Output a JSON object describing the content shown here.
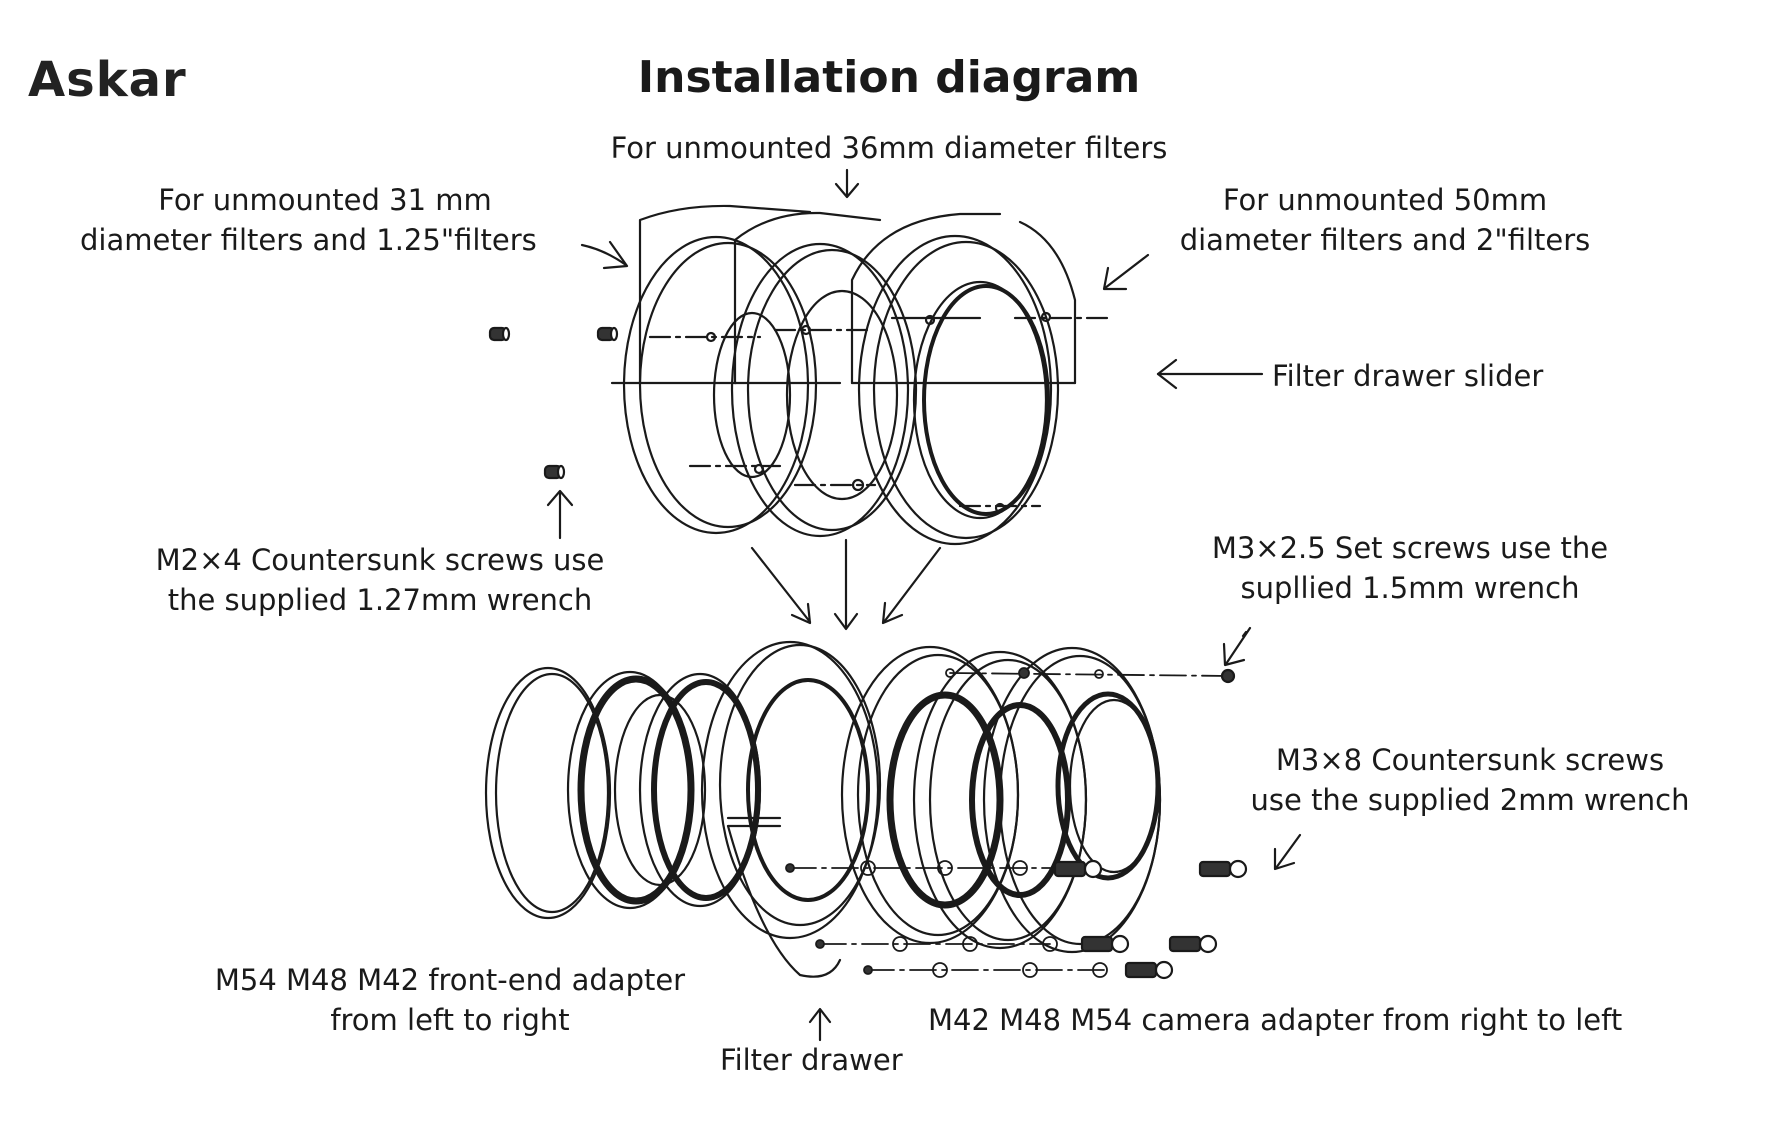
{
  "brand": {
    "logo_text": "Askar"
  },
  "header": {
    "title": "Installation diagram"
  },
  "labels": {
    "filter_36mm": "For unmounted 36mm diameter filters",
    "filter_31mm_line1": "For unmounted 31 mm",
    "filter_31mm_line2": "diameter filters and 1.25\"filters",
    "filter_50mm_line1": "For unmounted 50mm",
    "filter_50mm_line2": "diameter filters and 2\"filters",
    "drawer_slider": "Filter drawer slider",
    "m2x4_line1": "M2×4 Countersunk screws use",
    "m2x4_line2": "the supplied 1.27mm wrench",
    "m3x25_line1": "M3×2.5 Set screws use the",
    "m3x25_line2": "supllied 1.5mm wrench",
    "m3x8_line1": "M3×8 Countersunk screws",
    "m3x8_line2": "use the supplied 2mm wrench",
    "front_adapter_line1": "M54 M48 M42 front-end adapter",
    "front_adapter_line2": "from left to right",
    "filter_drawer": "Filter drawer",
    "camera_adapter": "M42 M48 M54 camera adapter from right to left"
  },
  "parts": {
    "sliders": [
      "31mm / 1.25\" slider",
      "36mm slider",
      "50mm / 2\" slider"
    ],
    "front_adapters": [
      "M54",
      "M48",
      "M42"
    ],
    "camera_adapters": [
      "M42",
      "M48",
      "M54"
    ]
  }
}
